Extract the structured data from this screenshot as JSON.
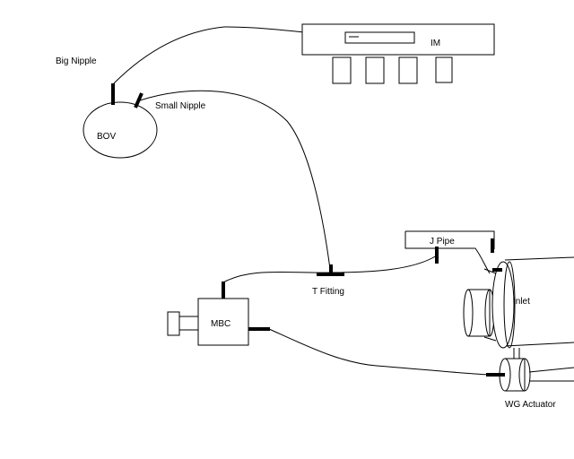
{
  "labels": {
    "intake_manifold": "IM",
    "big_nipple": "Big Nipple",
    "small_nipple": "Small Nipple",
    "bov": "BOV",
    "j_pipe": "J Pipe",
    "t_fitting": "T Fitting",
    "mbc": "MBC",
    "inlet": "Inlet",
    "wg_actuator": "WG Actuator"
  },
  "colors": {
    "line": "#000000",
    "background": "#ffffff"
  }
}
